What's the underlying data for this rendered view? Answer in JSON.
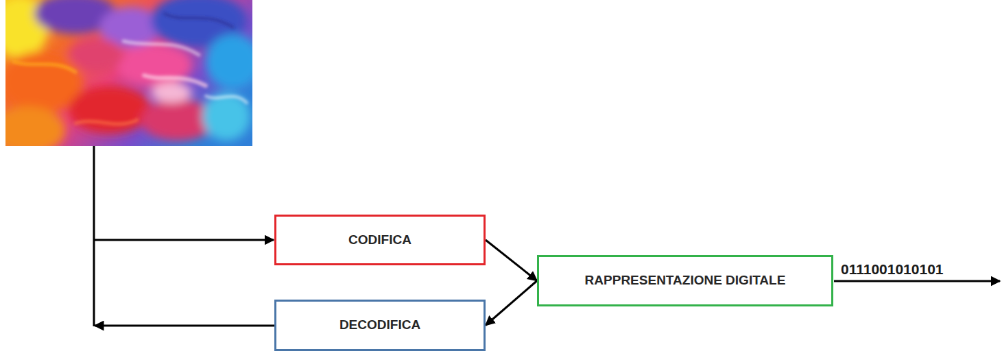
{
  "diagram": {
    "nodes": [
      {
        "text": [
          "CODIFICA"
        ]
      },
      {
        "text": [
          "RAPPRESENTAZIONE DIGITALE"
        ]
      },
      {
        "text": [
          "DECODIFICA"
        ]
      }
    ],
    "edges": [
      {
        "from": 0,
        "to": 1,
        "arrow": "to"
      },
      {
        "from": 1,
        "to": 2,
        "arrow": "to"
      }
    ],
    "labels": [
      "0111001010101"
    ]
  }
}
